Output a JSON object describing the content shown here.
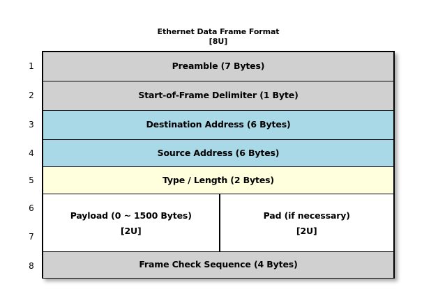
{
  "diagram": {
    "title": "Ethernet Data Frame Format",
    "subtitle": "[8U]",
    "colors": {
      "header_gray": "#d0d0d0",
      "address_blue": "#a9d8e6",
      "type_yellow": "#ffffdd",
      "payload_white": "#ffffff",
      "border": "#000000",
      "background": "#ffffff"
    },
    "row_numbers": [
      "1",
      "2",
      "3",
      "4",
      "5",
      "6",
      "7",
      "8"
    ],
    "rows": [
      {
        "number": "1",
        "label": "Preamble (7 Bytes)",
        "fill": "gray"
      },
      {
        "number": "2",
        "label": "Start-of-Frame Delimiter (1 Byte)",
        "fill": "gray"
      },
      {
        "number": "3",
        "label": "Destination Address (6 Bytes)",
        "fill": "blue"
      },
      {
        "number": "4",
        "label": "Source Address (6 Bytes)",
        "fill": "blue"
      },
      {
        "number": "5",
        "label": "Type / Length (2 Bytes)",
        "fill": "yellow"
      },
      {
        "number": "6-7",
        "fill": "white",
        "split": true,
        "left": {
          "label": "Payload (0 ~ 1500 Bytes)",
          "annotation": "[2U]"
        },
        "right": {
          "label": "Pad (if necessary)",
          "annotation": "[2U]"
        }
      },
      {
        "number": "8",
        "label": "Frame Check Sequence (4 Bytes)",
        "fill": "gray"
      }
    ]
  }
}
